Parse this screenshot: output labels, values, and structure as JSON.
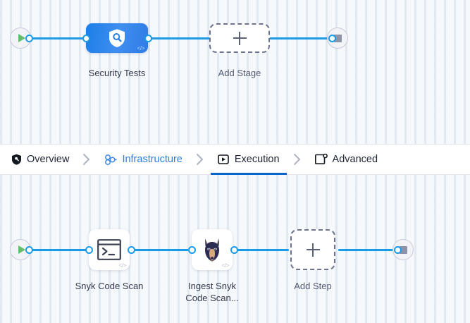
{
  "colors": {
    "canvas_bg": "#f6f9fc",
    "wire": "#1b9ae8",
    "stage_node_gradient_from": "#1b7ee8",
    "stage_node_gradient_to": "#2f7ce6",
    "active_tab_underline": "#0b64c8",
    "link_blue": "#2a7de1",
    "start_play": "#5fc26a",
    "stop_square": "#8f93a8"
  },
  "stage_canvas": {
    "name": "pipeline-stages-canvas",
    "start_node": {
      "icon": "play-icon",
      "label": "Start"
    },
    "end_node": {
      "icon": "stop-icon",
      "label": "End"
    },
    "nodes": [
      {
        "id": "security-tests",
        "label": "Security Tests",
        "icon": "shield-search-icon",
        "badge": "</>"
      }
    ],
    "add_placeholder": {
      "label": "Add Stage",
      "icon": "plus-icon"
    }
  },
  "tabbar": {
    "name": "pipeline-section-tabs",
    "tabs": [
      {
        "id": "overview",
        "label": "Overview",
        "icon": "shield-icon",
        "state": "default"
      },
      {
        "id": "infrastructure",
        "label": "Infrastructure",
        "icon": "cluster-icon",
        "state": "link"
      },
      {
        "id": "execution",
        "label": "Execution",
        "icon": "play-box-icon",
        "state": "active"
      },
      {
        "id": "advanced",
        "label": "Advanced",
        "icon": "window-gear-icon",
        "state": "default"
      }
    ],
    "separator_icon": "chevron-right-icon"
  },
  "steps_canvas": {
    "name": "pipeline-steps-canvas",
    "start_node": {
      "icon": "play-icon",
      "label": "Start"
    },
    "end_node": {
      "icon": "stop-icon",
      "label": "End"
    },
    "nodes": [
      {
        "id": "snyk-code-scan",
        "label": "Snyk Code Scan",
        "icon": "terminal-icon",
        "badge": "</>"
      },
      {
        "id": "ingest-snyk-code-scan",
        "label": "Ingest Snyk\nCode Scan...",
        "icon": "snyk-doberman-icon",
        "badge": "</>"
      }
    ],
    "add_placeholder": {
      "label": "Add Step",
      "icon": "plus-icon"
    }
  }
}
